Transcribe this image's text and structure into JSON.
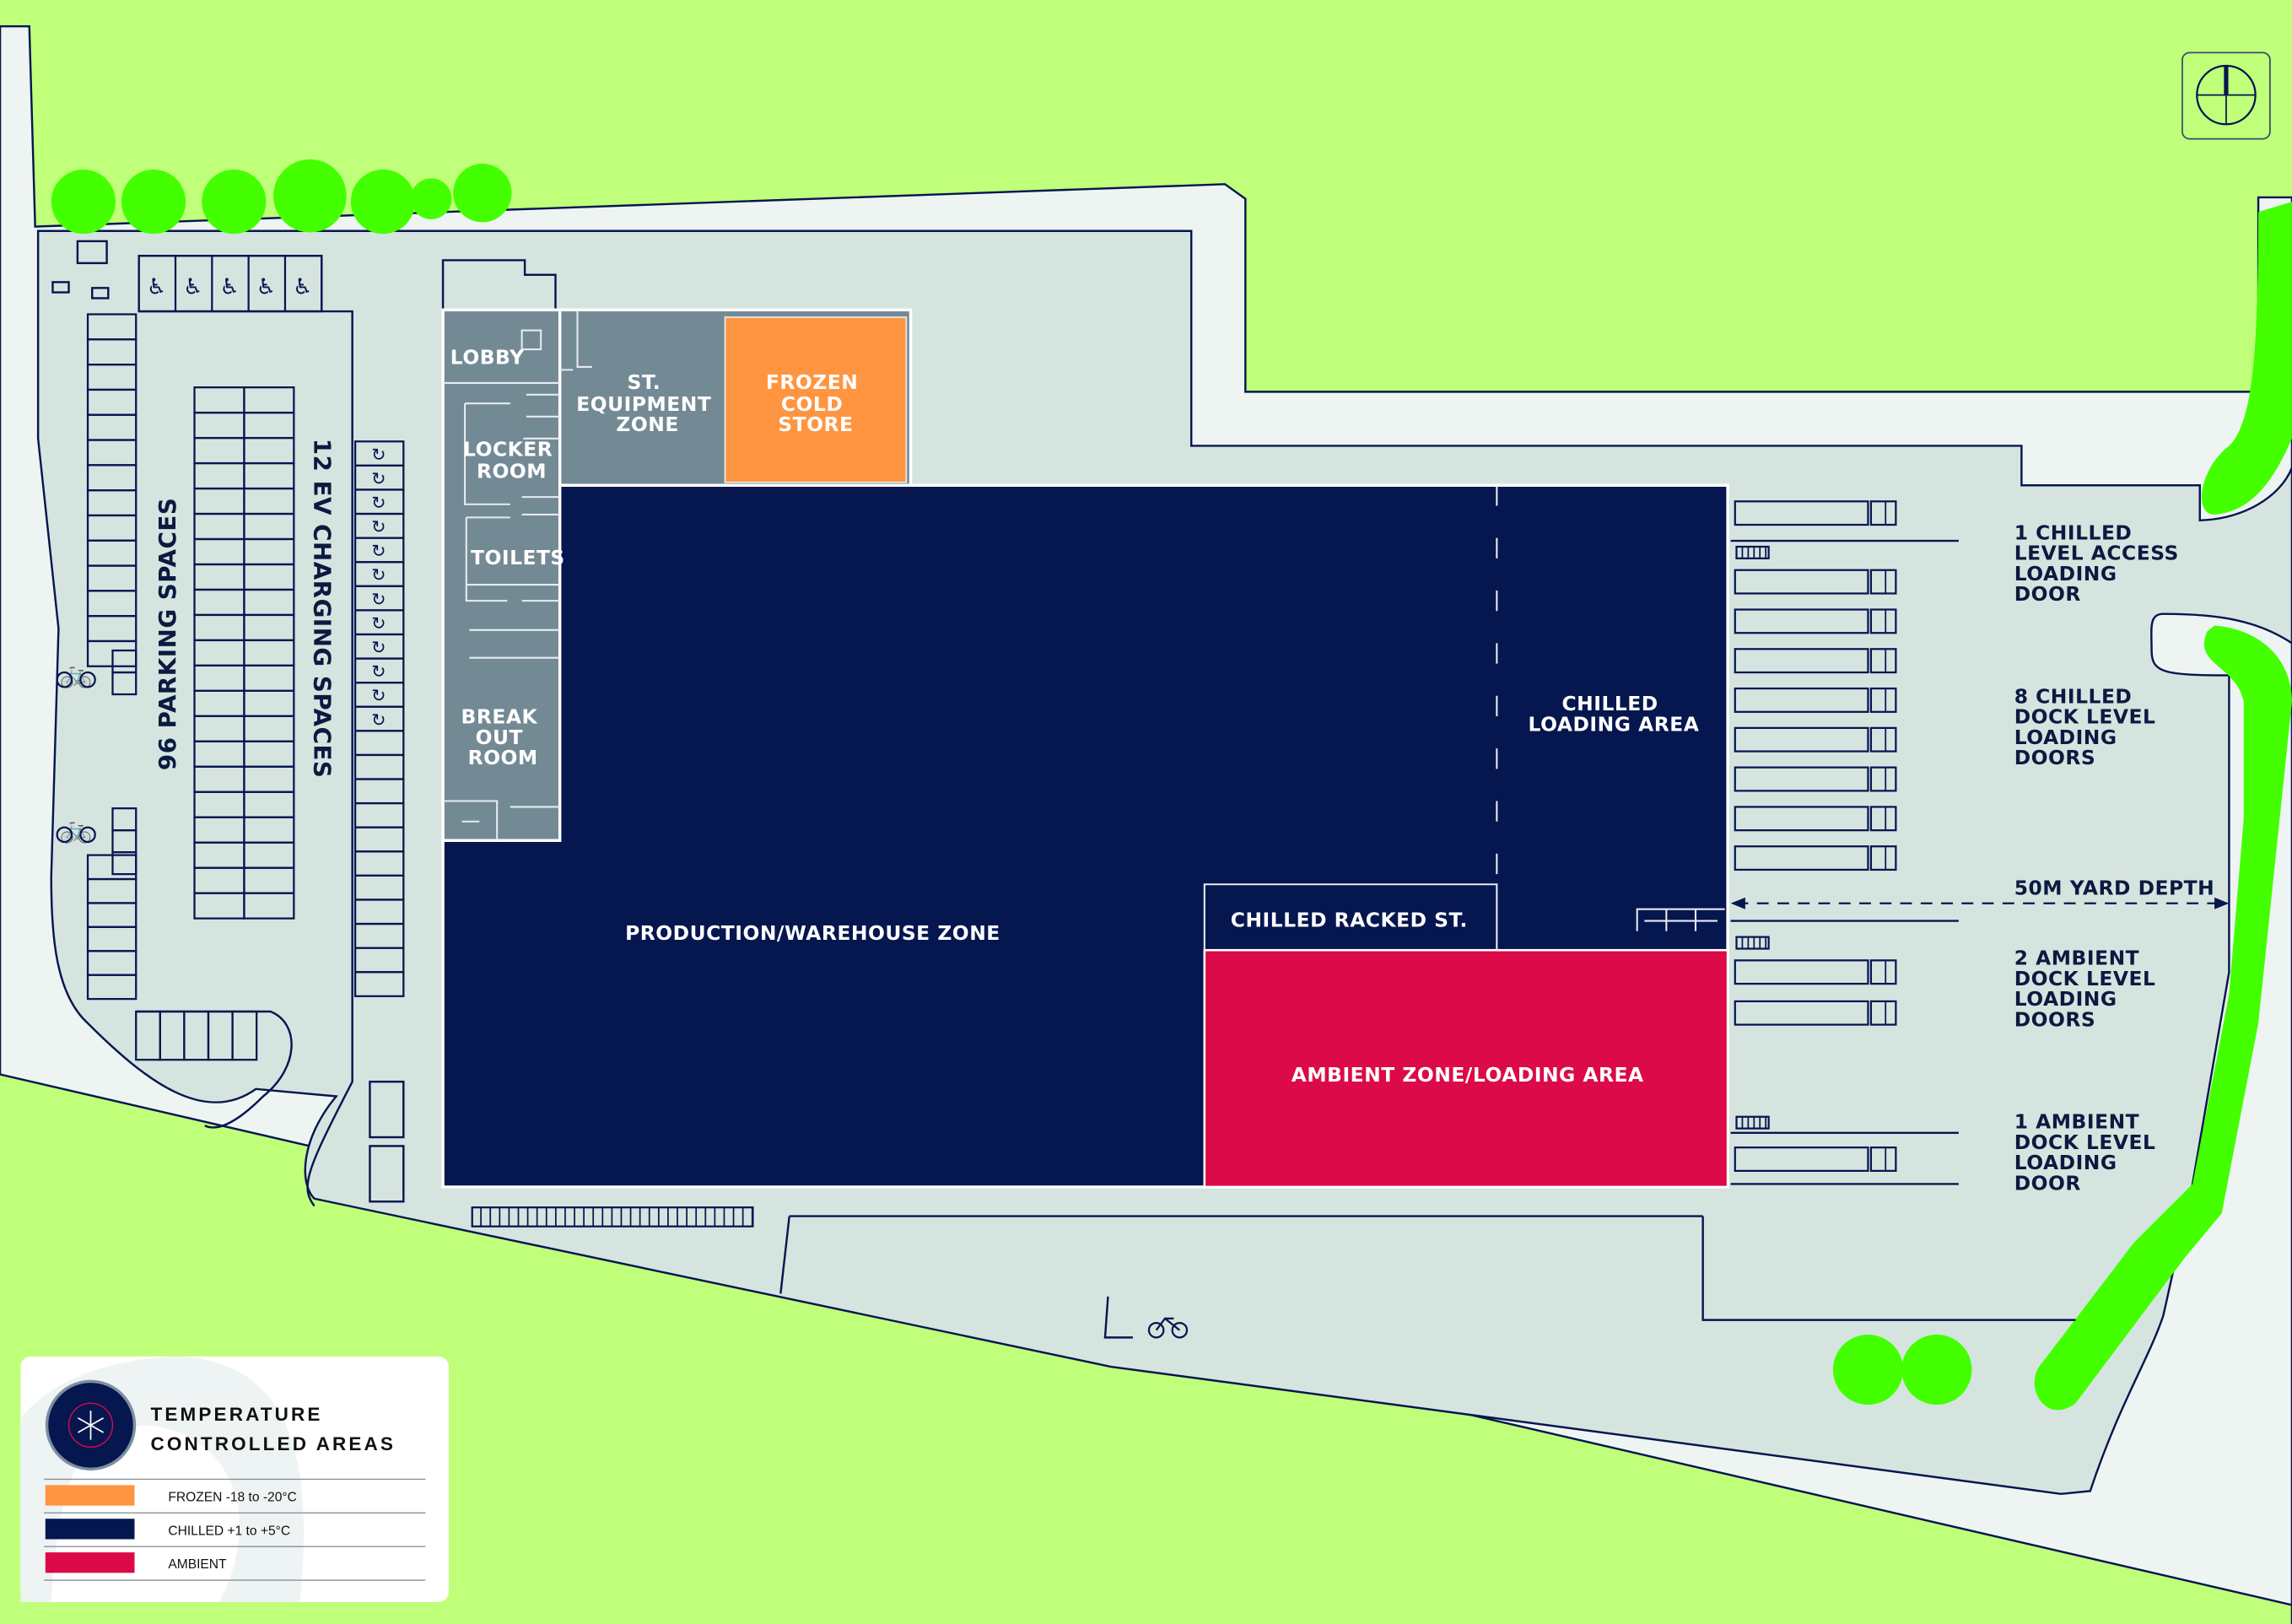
{
  "colors": {
    "grass": "#c0ff7a",
    "site": "#d6e4e0",
    "road": "#eef4f2",
    "tree": "#44ff00",
    "chilled": "#06164f",
    "office": "#738a95",
    "frozen": "#ff9540",
    "ambient": "#dc0a48"
  },
  "compass": {
    "icon": "north-arrow-icon"
  },
  "building": {
    "lobby": "LOBBY",
    "st_equipment": [
      "ST.",
      "EQUIPMENT",
      "ZONE"
    ],
    "frozen_store": [
      "FROZEN",
      "COLD",
      "STORE"
    ],
    "locker_room": [
      "LOCKER",
      "ROOM"
    ],
    "toilets": "TOILETS",
    "break_out": [
      "BREAK",
      "OUT",
      "ROOM"
    ],
    "production": "PRODUCTION/WAREHOUSE ZONE",
    "chilled_loading": [
      "CHILLED",
      "LOADING AREA"
    ],
    "chilled_racked": "CHILLED RACKED ST.",
    "ambient_zone": "AMBIENT ZONE/LOADING AREA"
  },
  "parking": {
    "parking_label": "96 PARKING SPACES",
    "ev_label": "12 EV CHARGING SPACES",
    "disabled_bays": 5,
    "ev_bays": 12
  },
  "yard": {
    "chilled_level_access": [
      "1 CHILLED",
      "LEVEL ACCESS",
      "LOADING",
      "DOOR"
    ],
    "chilled_dock": [
      "8 CHILLED",
      "DOCK LEVEL",
      "LOADING",
      "DOORS"
    ],
    "yard_depth": "50M YARD DEPTH",
    "ambient_dock_2": [
      "2 AMBIENT",
      "DOCK LEVEL",
      "LOADING",
      "DOORS"
    ],
    "ambient_dock_1": [
      "1 AMBIENT",
      "DOCK LEVEL",
      "LOADING",
      "DOOR"
    ]
  },
  "legend": {
    "title_line1": "TEMPERATURE",
    "title_line2": "CONTROLLED AREAS",
    "icon": "snowflake-icon",
    "items": [
      {
        "label": "FROZEN -18 to -20°C",
        "color": "#ff9540"
      },
      {
        "label": "CHILLED +1 to +5°C",
        "color": "#06164f"
      },
      {
        "label": "AMBIENT",
        "color": "#dc0a48"
      }
    ]
  }
}
